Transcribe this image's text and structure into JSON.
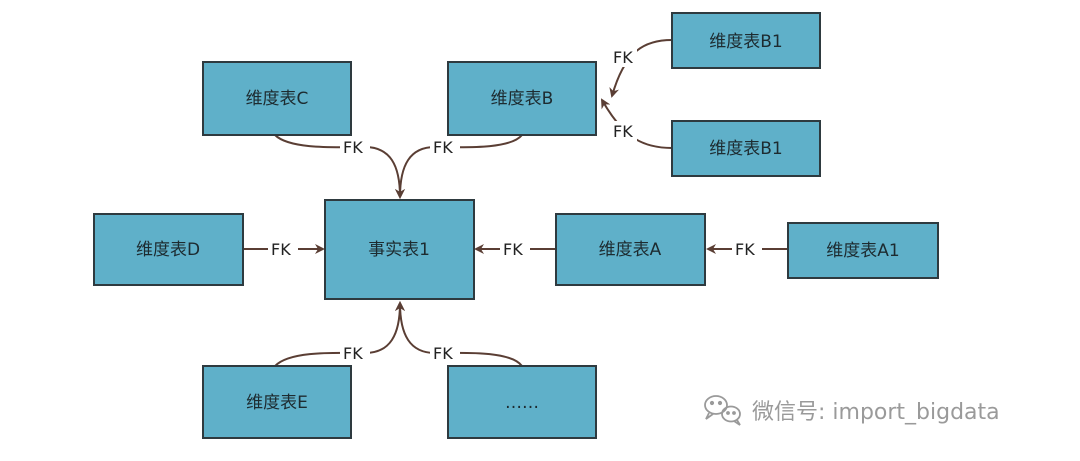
{
  "nodes": {
    "fact1": "事实表1",
    "dimA": "维度表A",
    "dimA1": "维度表A1",
    "dimB": "维度表B",
    "dimB1_top": "维度表B1",
    "dimB1_bottom": "维度表B1",
    "dimC": "维度表C",
    "dimD": "维度表D",
    "dimE": "维度表E",
    "dimMore": "……"
  },
  "edge_label": "FK",
  "edges": [
    {
      "from": "dimB1_top",
      "to": "dimB",
      "label": "FK"
    },
    {
      "from": "dimB1_bottom",
      "to": "dimB",
      "label": "FK"
    },
    {
      "from": "dimC",
      "to": "fact1",
      "label": "FK"
    },
    {
      "from": "dimB",
      "to": "fact1",
      "label": "FK"
    },
    {
      "from": "dimD",
      "to": "fact1",
      "label": "FK"
    },
    {
      "from": "dimA",
      "to": "fact1",
      "label": "FK"
    },
    {
      "from": "dimA1",
      "to": "dimA",
      "label": "FK"
    },
    {
      "from": "dimE",
      "to": "fact1",
      "label": "FK"
    },
    {
      "from": "dimMore",
      "to": "fact1",
      "label": "FK"
    }
  ],
  "watermark": {
    "text": "微信号: import_bigdata",
    "icon": "wechat-icon"
  },
  "colors": {
    "box_fill": "#5fb0c9",
    "box_border": "#2e3a3f",
    "connector": "#5a3e34"
  }
}
